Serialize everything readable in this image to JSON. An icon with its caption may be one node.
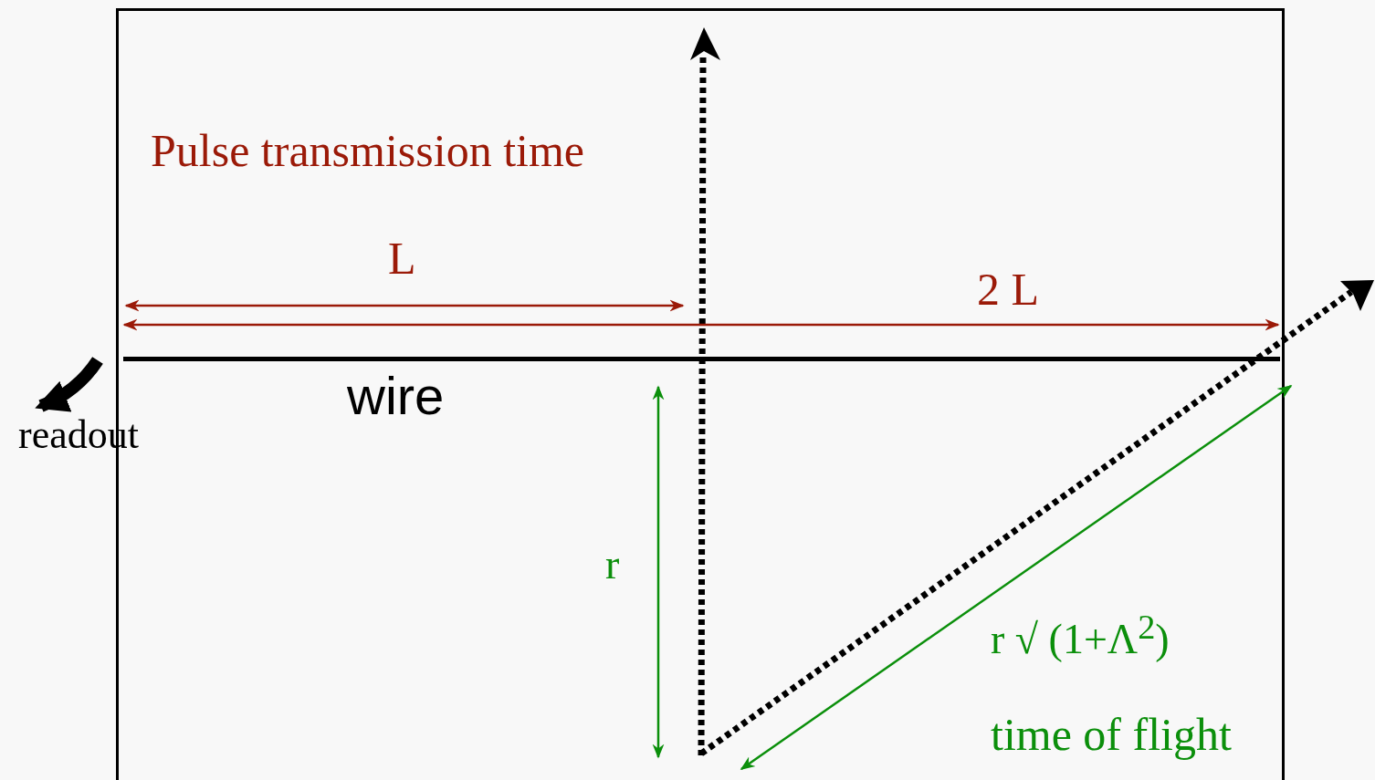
{
  "diagram": {
    "nodes": [
      {
        "text": [
          "wire"
        ]
      },
      {
        "text": [
          "readout"
        ]
      }
    ],
    "edges": [
      {
        "from": 0,
        "to": 1,
        "arrow": "to"
      }
    ],
    "labels": [
      "Pulse transmission time",
      "L",
      "2 L",
      "r",
      "r √ (1+Λ$^{2}$)",
      "time of flight"
    ]
  }
}
